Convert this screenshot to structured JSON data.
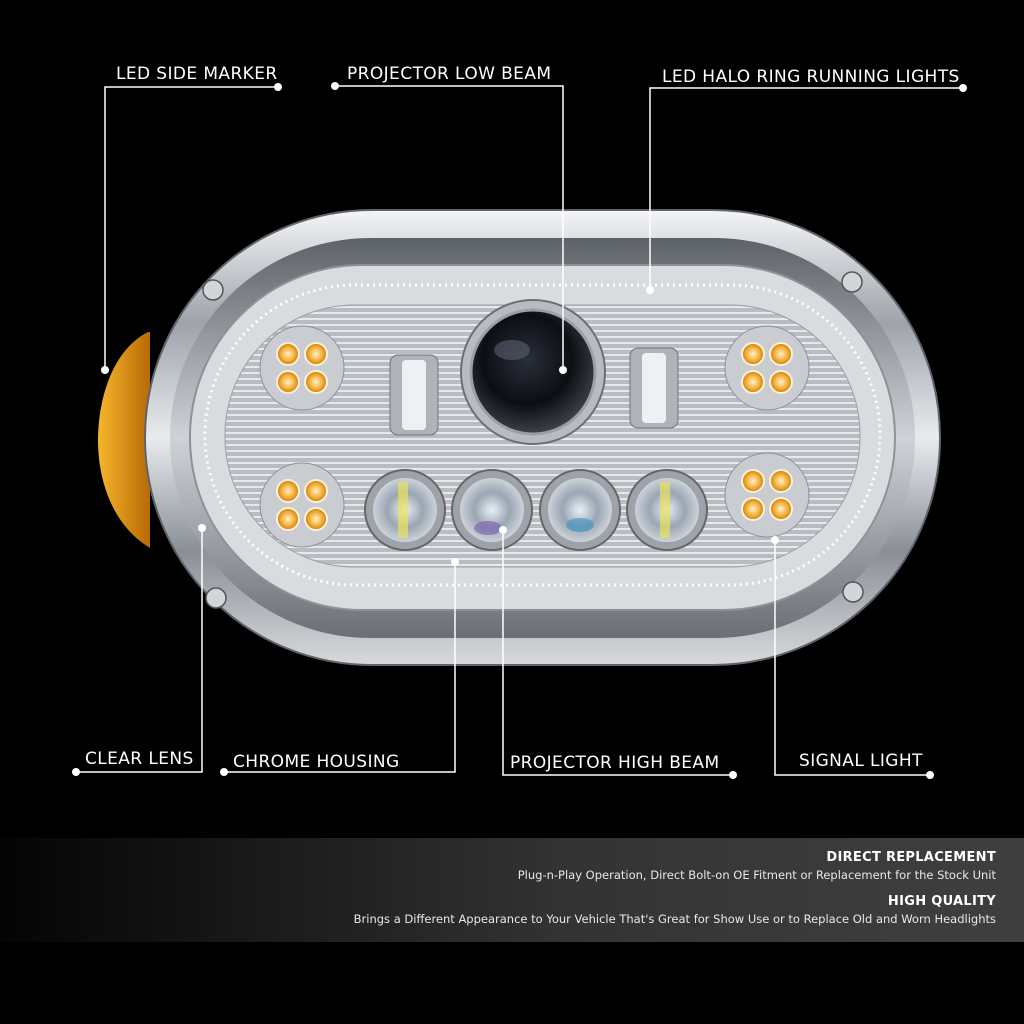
{
  "callouts": {
    "led_side_marker": "LED SIDE MARKER",
    "projector_low_beam": "PROJECTOR LOW BEAM",
    "led_halo_ring": "LED HALO RING RUNNING LIGHTS",
    "clear_lens": "CLEAR LENS",
    "chrome_housing": "CHROME HOUSING",
    "projector_high_beam": "PROJECTOR HIGH BEAM",
    "signal_light": "SIGNAL LIGHT"
  },
  "features": [
    {
      "title": "DIRECT REPLACEMENT",
      "description": "Plug-n-Play Operation, Direct Bolt-on OE Fitment or Replacement for the Stock Unit"
    },
    {
      "title": "HIGH QUALITY",
      "description": "Brings a Different Appearance to Your Vehicle That's Great for Show Use or to Replace Old and Worn Headlights"
    }
  ],
  "colors": {
    "background": "#000000",
    "chrome": "#c9ccd0",
    "amber": "#f5a623",
    "callout_line": "#ffffff"
  },
  "icons": {
    "product": "headlight-assembly",
    "callout_dot": "dot-marker"
  }
}
